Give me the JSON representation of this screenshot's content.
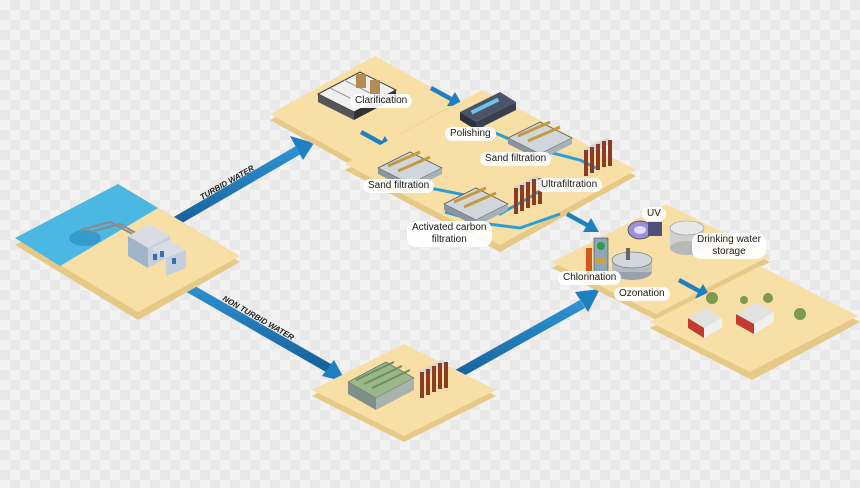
{
  "labels": {
    "clarification": "Clarification",
    "polishing": "Polishing",
    "sand_filtration_top": "Sand filtration",
    "sand_filtration_left": "Sand filtration",
    "ultrafiltration": "Ultrafiltration",
    "activated_carbon_line1": "Activated carbon",
    "activated_carbon_line2": "filtration",
    "uv": "UV",
    "drinking_water_line1": "Drinking water",
    "drinking_water_line2": "storage",
    "chlorination": "Chlorination",
    "ozonation": "Ozonation"
  },
  "flows": {
    "turbid": "TURBID WATER",
    "non_turbid": "NON TURBID WATER"
  },
  "colors": {
    "platform": "#f8dfa6",
    "platform_edge": "#e6c887",
    "water": "#4bb7e3",
    "arrow": "#1f7fc1",
    "pipe": "#2a9fd6"
  }
}
